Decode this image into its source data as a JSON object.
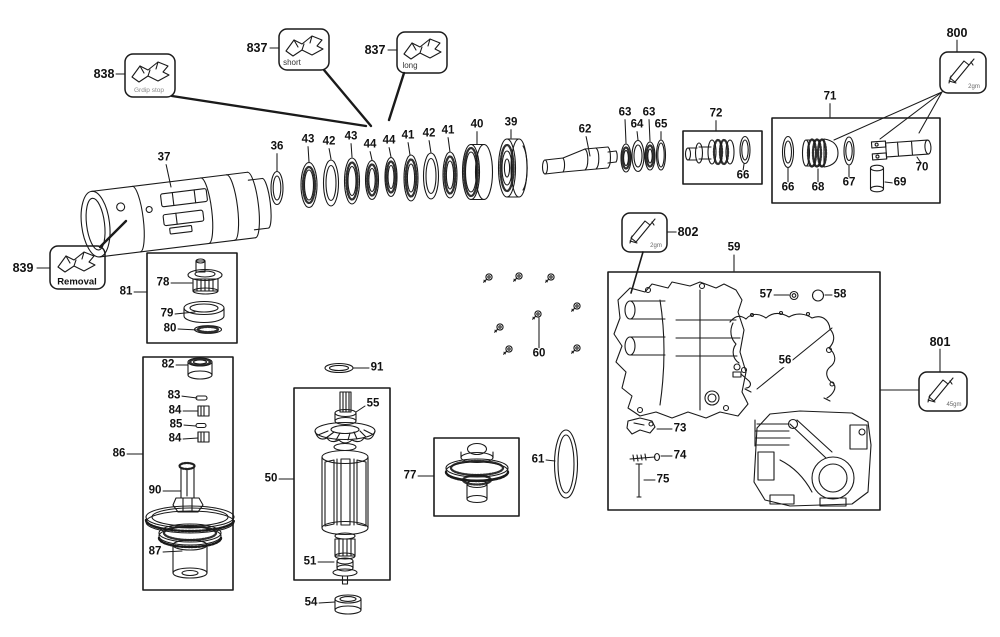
{
  "figure": {
    "type": "exploded-parts-diagram",
    "background": "#ffffff",
    "line_color": "#1a1a1a"
  },
  "callouts": {
    "grip_stop": {
      "num": "838",
      "caption": "Grdip stop"
    },
    "clip_short": {
      "num": "837",
      "caption": "short"
    },
    "clip_long": {
      "num": "837",
      "caption": "long"
    },
    "removal": {
      "num": "839",
      "caption": "Removal"
    },
    "grease_2gm_a": {
      "num": "800",
      "caption": "2gm"
    },
    "grease_2gm_b": {
      "num": "802",
      "caption": "2gm"
    },
    "grease_45gm": {
      "num": "801",
      "caption": "45gm"
    }
  },
  "parts": {
    "p37": "37",
    "p36": "36",
    "p43a": "43",
    "p42a": "42",
    "p43b": "43",
    "p44a": "44",
    "p44b": "44",
    "p41a": "41",
    "p42b": "42",
    "p41b": "41",
    "p40": "40",
    "p39": "39",
    "p62": "62",
    "p63a": "63",
    "p64": "64",
    "p63b": "63",
    "p65": "65",
    "p72": "72",
    "p66a": "66",
    "p71": "71",
    "p66b": "66",
    "p68": "68",
    "p67": "67",
    "p69": "69",
    "p70": "70",
    "p81": "81",
    "p78": "78",
    "p79": "79",
    "p80": "80",
    "p86": "86",
    "p82": "82",
    "p83": "83",
    "p84a": "84",
    "p85": "85",
    "p84b": "84",
    "p90": "90",
    "p87": "87",
    "p91": "91",
    "p50": "50",
    "p55": "55",
    "p51": "51",
    "p54": "54",
    "p77": "77",
    "p61": "61",
    "p59": "59",
    "p57": "57",
    "p58": "58",
    "p56": "56",
    "p60": "60",
    "p73": "73",
    "p74": "74",
    "p75": "75"
  }
}
